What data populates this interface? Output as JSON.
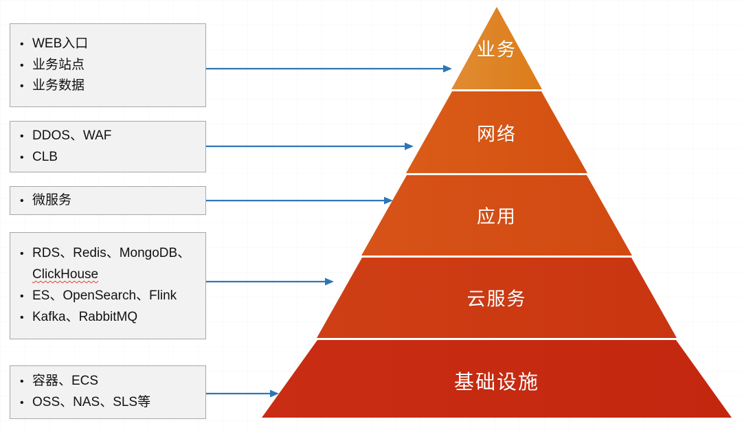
{
  "diagram": {
    "title": "Cloud architecture layers pyramid",
    "arrow_color": "#2E75B6",
    "box_fill": "#F2F2F2",
    "box_border": "#A6A6A6"
  },
  "callouts": [
    {
      "name": "business",
      "items": [
        {
          "text": "WEB入口"
        },
        {
          "text": "业务站点"
        },
        {
          "text": "业务数据"
        }
      ]
    },
    {
      "name": "network",
      "items": [
        {
          "text": "DDOS、WAF"
        },
        {
          "text": "CLB"
        }
      ]
    },
    {
      "name": "application",
      "items": [
        {
          "text": "微服务"
        }
      ]
    },
    {
      "name": "cloud-service",
      "items": [
        {
          "text": "RDS、Redis、MongoDB、",
          "text2": "ClickHouse",
          "misspelled": true
        },
        {
          "text": "ES、OpenSearch、Flink"
        },
        {
          "text": "Kafka、RabbitMQ"
        }
      ]
    },
    {
      "name": "infrastructure",
      "items": [
        {
          "text": "容器、ECS"
        },
        {
          "text": "OSS、NAS、SLS等"
        }
      ]
    }
  ],
  "pyramid": {
    "tiers": [
      {
        "label": "业务",
        "color": "#DF8022"
      },
      {
        "label": "网络",
        "color": "#D75414"
      },
      {
        "label": "应用",
        "color": "#D44F15"
      },
      {
        "label": "云服务",
        "color": "#CC3A12"
      },
      {
        "label": "基础设施",
        "color": "#C62B11"
      }
    ]
  }
}
